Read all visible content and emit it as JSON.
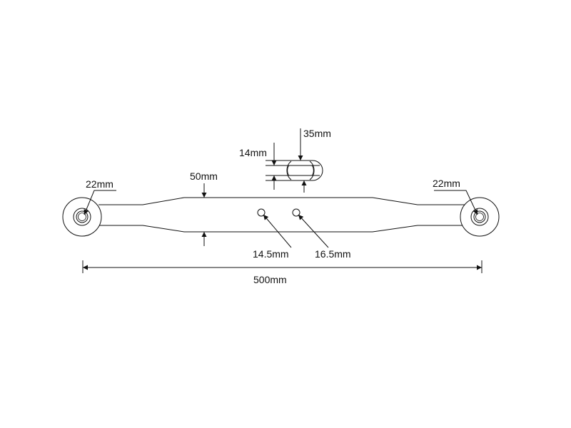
{
  "diagram": {
    "labels": {
      "overall_length": "500mm",
      "bar_width": "50mm",
      "left_eye": "22mm",
      "right_eye": "22mm",
      "hole_left": "14.5mm",
      "hole_right": "16.5mm",
      "clevis_thickness": "14mm",
      "clevis_width": "35mm"
    },
    "colors": {
      "line": "#111111",
      "background": "#ffffff"
    }
  }
}
